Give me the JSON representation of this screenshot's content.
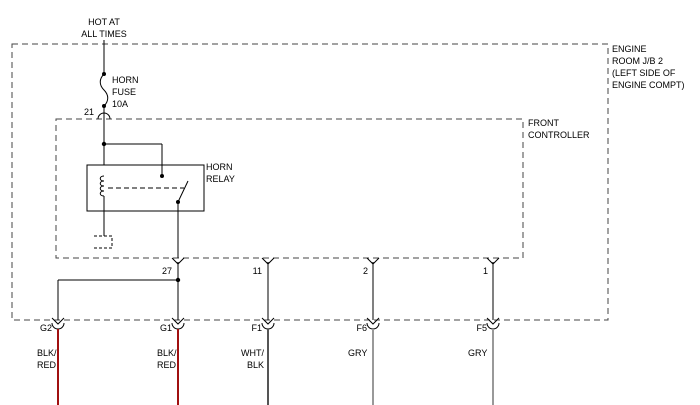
{
  "top_feed": {
    "line1": "HOT AT",
    "line2": "ALL TIMES"
  },
  "engine_room_jb": {
    "line1": "ENGINE",
    "line2": "ROOM J/B 2",
    "line3": "(LEFT SIDE OF",
    "line4": "ENGINE COMPT)"
  },
  "front_controller": {
    "line1": "FRONT",
    "line2": "CONTROLLER"
  },
  "horn_fuse": {
    "line1": "HORN",
    "line2": "FUSE",
    "line3": "10A",
    "pin": "21"
  },
  "horn_relay": {
    "line1": "HORN",
    "line2": "RELAY"
  },
  "controller_pins": [
    "27",
    "11",
    "2",
    "1"
  ],
  "connectors": [
    "G2",
    "G1",
    "F1",
    "F6",
    "F5"
  ],
  "wires": [
    {
      "line1": "BLK/",
      "line2": "RED",
      "color": "#a01010"
    },
    {
      "line1": "BLK/",
      "line2": "RED",
      "color": "#a01010"
    },
    {
      "line1": "WHT/",
      "line2": "BLK",
      "color": "#555555"
    },
    {
      "line1": "GRY",
      "line2": "",
      "color": "#999999"
    },
    {
      "line1": "GRY",
      "line2": "",
      "color": "#999999"
    }
  ],
  "colors": {
    "line": "#000000",
    "dashed_box": "#444444"
  }
}
